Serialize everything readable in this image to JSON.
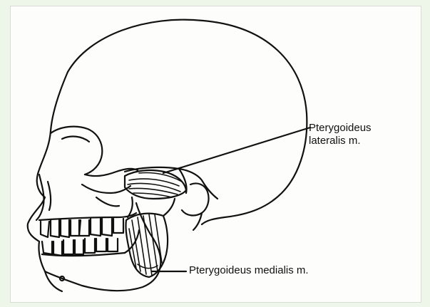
{
  "labels": {
    "lateral_line1": "Pterygoideus",
    "lateral_line2": "lateralis m.",
    "medial": "Pterygoideus medialis m."
  },
  "colors": {
    "background": "#eef6ea",
    "paper": "#fdfdfb",
    "ink": "#111111"
  }
}
